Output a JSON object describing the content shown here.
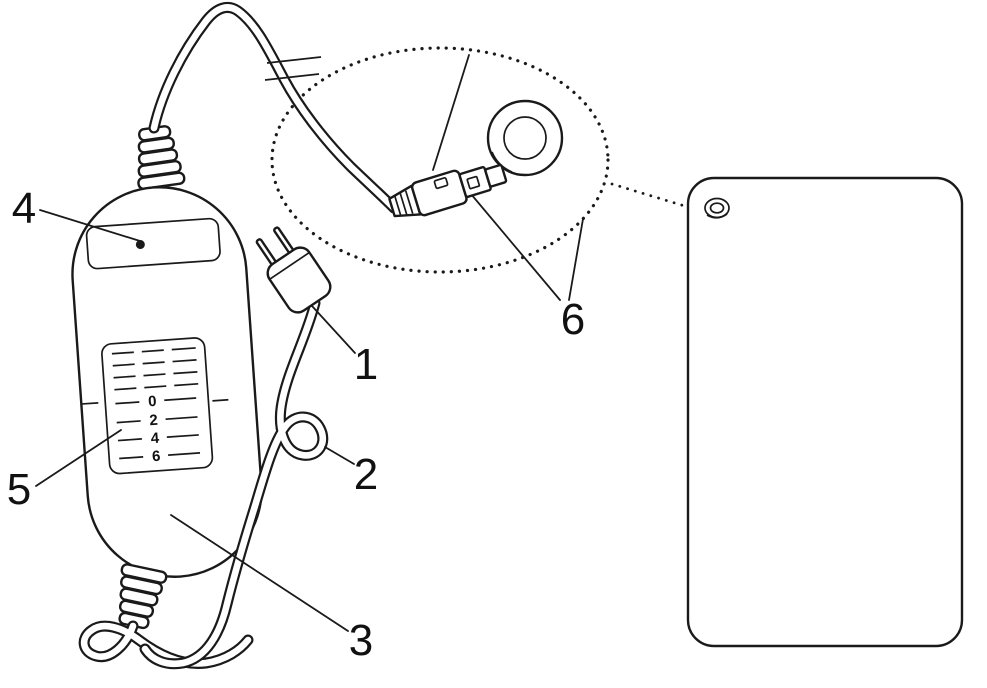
{
  "figure": {
    "colors": {
      "line": "#1a1a1a",
      "background": "#ffffff"
    },
    "callouts": [
      "1",
      "2",
      "3",
      "4",
      "5",
      "6"
    ],
    "scale_markings": [
      "0",
      "2",
      "4",
      "6"
    ]
  }
}
